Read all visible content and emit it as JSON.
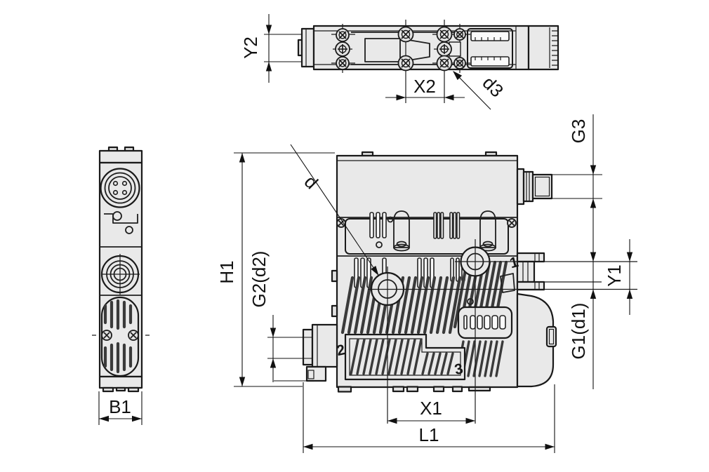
{
  "drawing": {
    "type": "technical-dimension-drawing",
    "colors": {
      "background": "#ffffff",
      "line": "#1a1a1a",
      "body_fill": "#e9e9e9",
      "slot_dark": "#3a3a3a"
    },
    "dim_labels": {
      "y2": "Y2",
      "x2": "X2",
      "d3": "d3",
      "b1": "B1",
      "h1": "H1",
      "g2d2": "G2(d2)",
      "d": "d",
      "g3": "G3",
      "y1": "Y1",
      "g1d1": "G1(d1)",
      "x1": "X1",
      "l1": "L1"
    },
    "port_numbers": {
      "port1": "1",
      "port2": "2",
      "port3": "3"
    }
  }
}
